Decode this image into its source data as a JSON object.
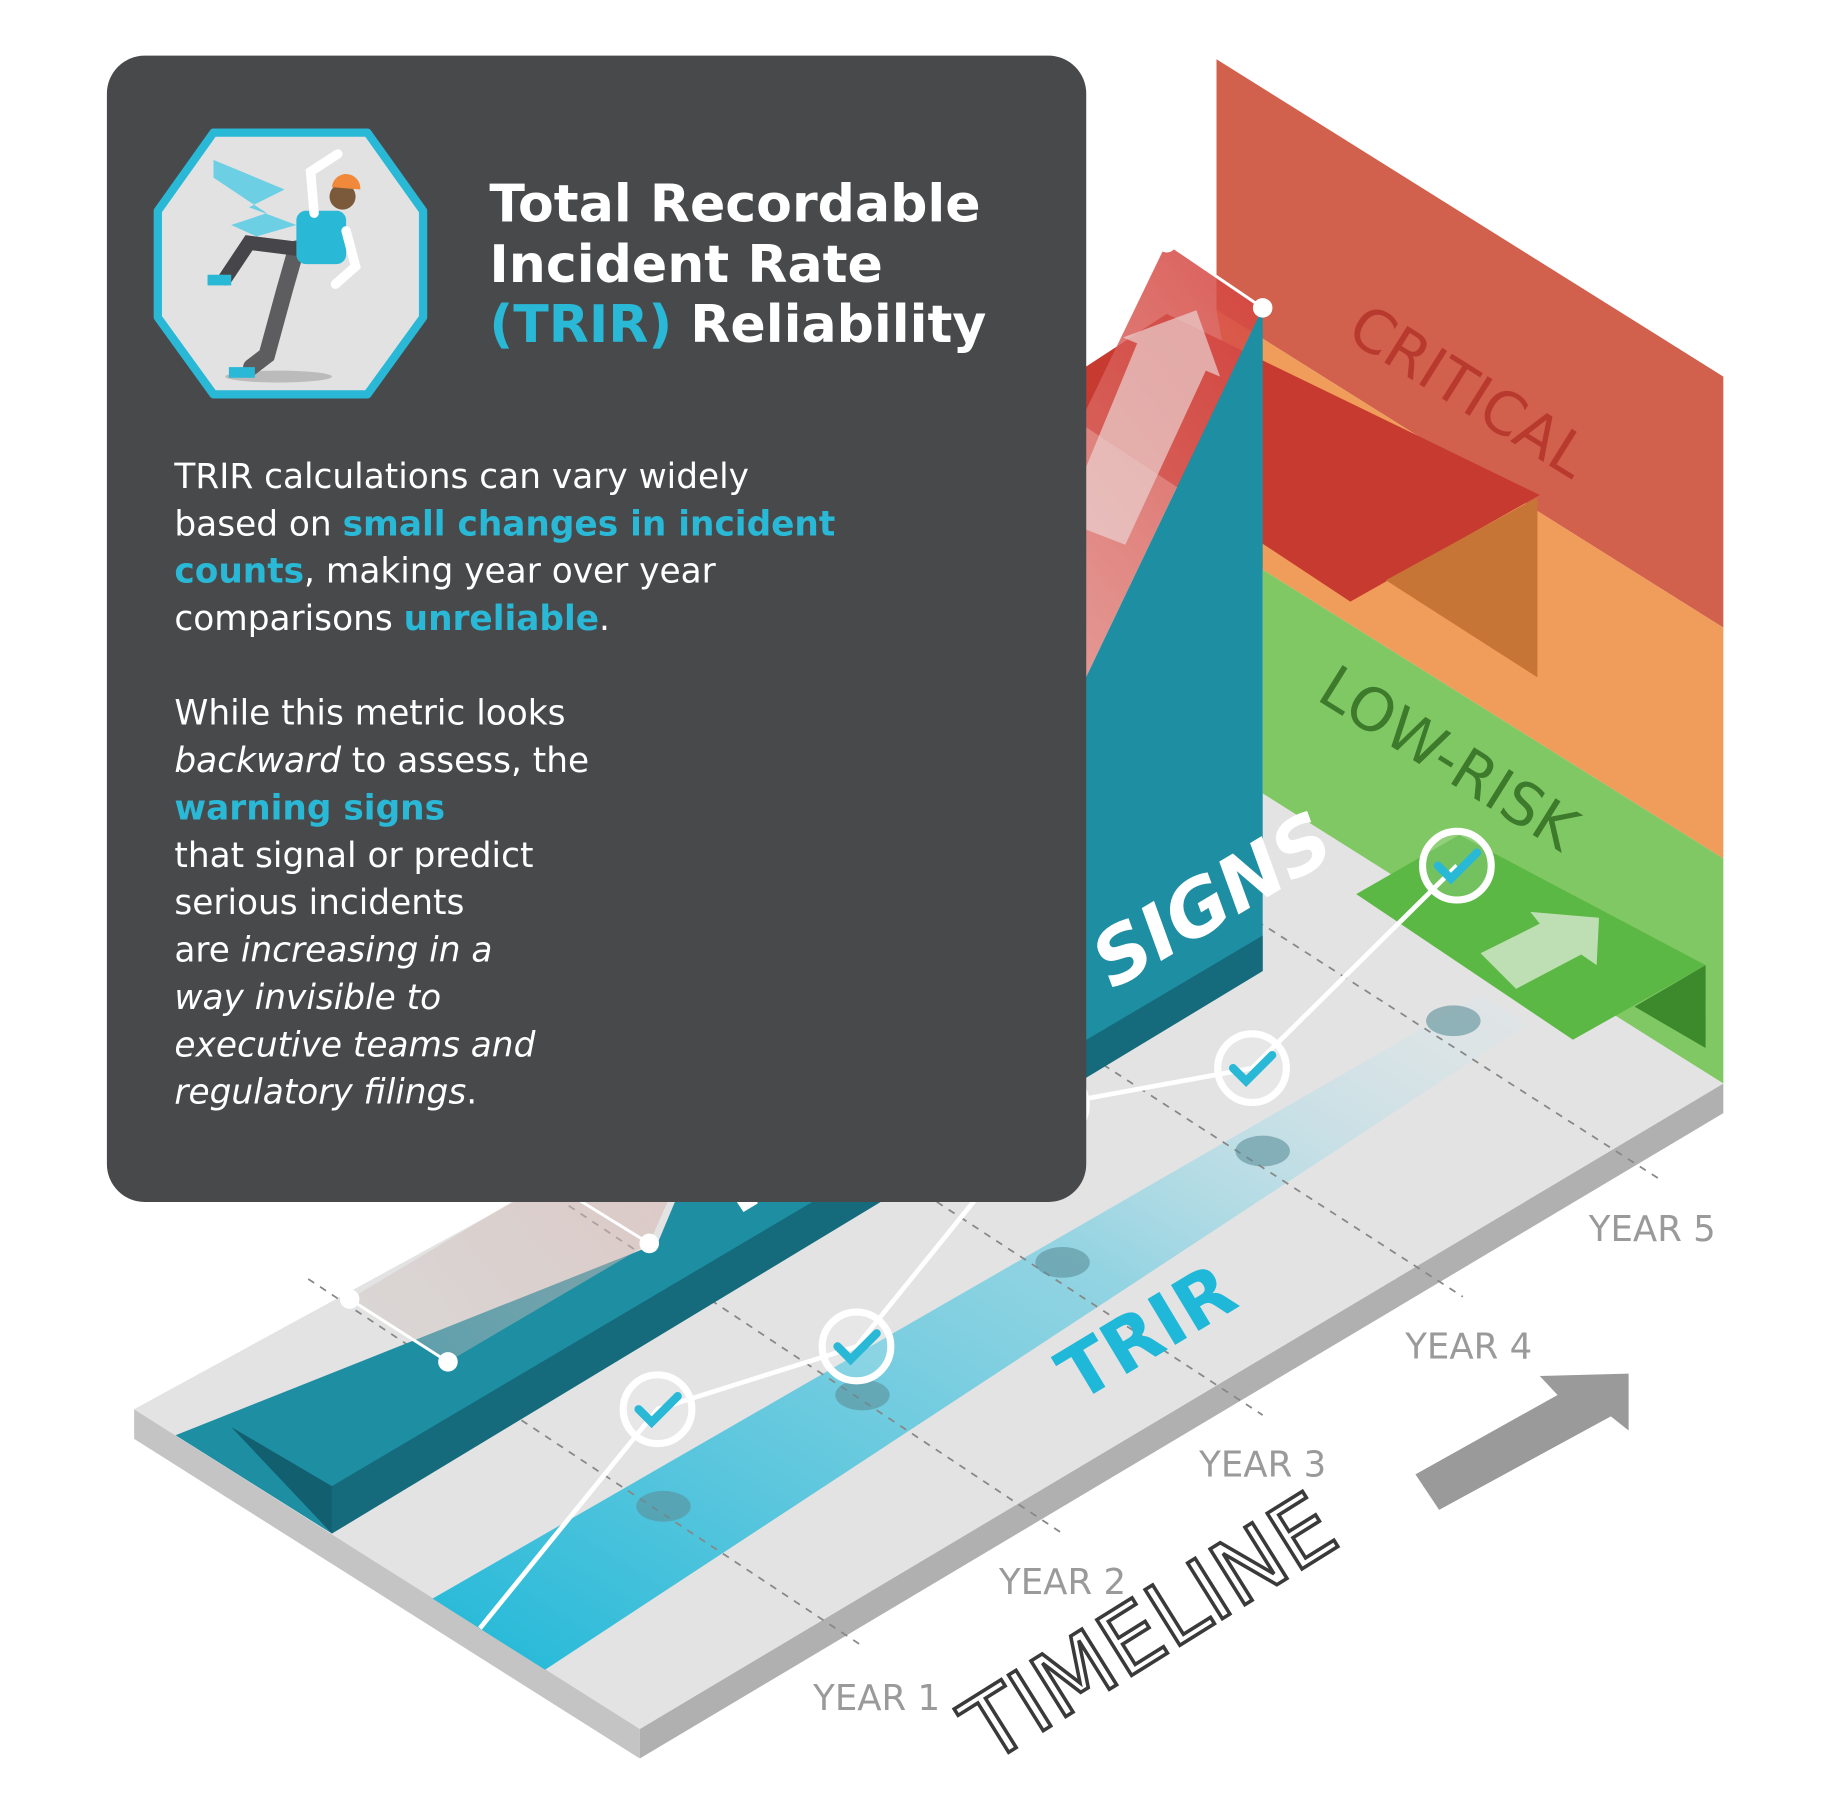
{
  "title": {
    "line1": "Total Recordable",
    "line2": "Incident Rate",
    "line3_accent": "(TRIR)",
    "line3_rest": " Reliability"
  },
  "paragraph1": {
    "l1": "TRIR calculations can vary widely",
    "l2a": "based on ",
    "l2b": "small changes in incident",
    "l3a": "counts",
    "l3b": ", making year over year",
    "l4a": "comparisons ",
    "l4b": "unreliable",
    "l4c": "."
  },
  "paragraph2": {
    "l1": "While this metric looks",
    "l2a": "backward",
    "l2b": " to assess, the",
    "l3": "warning signs",
    "l4": "that signal or predict",
    "l5": "serious incidents",
    "l6a": "are ",
    "l6b": "increasing in a",
    "l7": "way invisible to",
    "l8": "executive teams and",
    "l9a": "regulatory filings",
    "l9b": "."
  },
  "zones": {
    "critical": "CRITICAL",
    "low_risk": "LOW-RISK"
  },
  "labels": {
    "warning_signs": "WARNING SIGNS",
    "trir": "TRIR",
    "timeline": "TIMELINE"
  },
  "years": [
    "YEAR 1",
    "YEAR 2",
    "YEAR 3",
    "YEAR 4",
    "YEAR 5"
  ],
  "icons": {
    "header": "falling-worker-octagon-icon",
    "checks": "checkmark-circle-icon"
  },
  "colors": {
    "panel": "#48494b",
    "accent": "#29b8d6",
    "teal": "#1e8ea3",
    "critical": "#d1604c",
    "elevated": "#f09c5a",
    "low_risk": "#80c864"
  }
}
